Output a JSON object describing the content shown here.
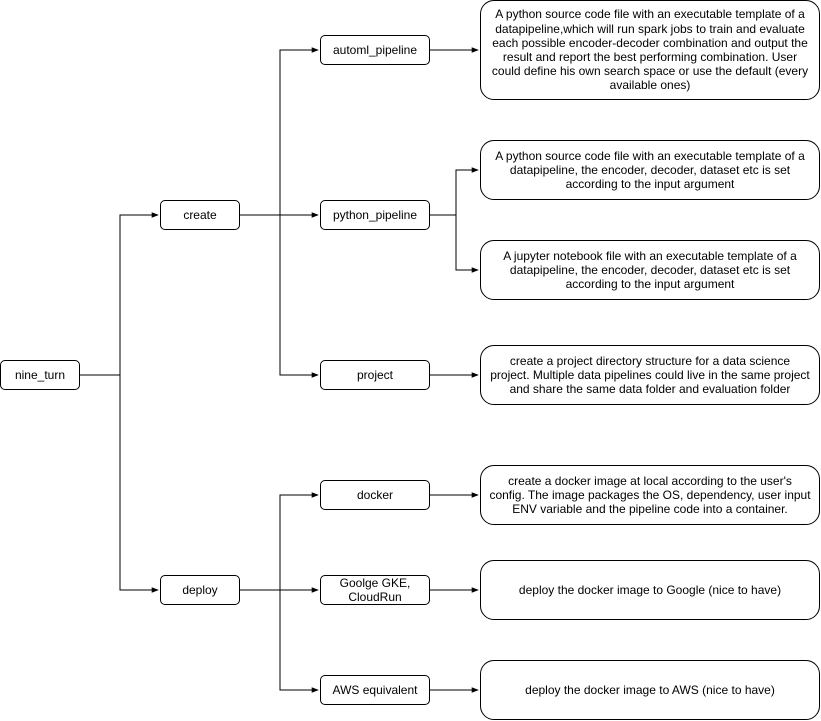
{
  "nodes": {
    "root": "nine_turn",
    "create": "create",
    "deploy": "deploy",
    "automl_pipeline": "automl_pipeline",
    "python_pipeline": "python_pipeline",
    "project": "project",
    "docker": "docker",
    "google": "Goolge GKE, CloudRun",
    "aws": "AWS equivalent"
  },
  "descriptions": {
    "automl": "A python source code file with an executable  template of a datapipeline,which will run spark jobs to train and evaluate each possible encoder-decoder combination and output the result and report the best performing combination. User could define his own search space or use the default (every available ones)",
    "python_file": "A python source code file with an executable  template of a datapipeline, the encoder, decoder, dataset etc is set according to the input argument",
    "notebook": "A jupyter notebook file with an executable  template of a datapipeline, the encoder, decoder, dataset etc is set according to the input argument",
    "project": "create a project directory structure for a data science project. Multiple data pipelines could live in the same project and share the same data folder and evaluation folder",
    "docker": "create a docker image at local according to the user's config. The image packages the OS, dependency, user input ENV variable and the pipeline code into a container.",
    "google": "deploy the docker image to Google (nice to have)",
    "aws": "deploy the docker image to AWS (nice to have)"
  },
  "colors": {
    "stroke": "#000000",
    "fill": "#ffffff"
  }
}
